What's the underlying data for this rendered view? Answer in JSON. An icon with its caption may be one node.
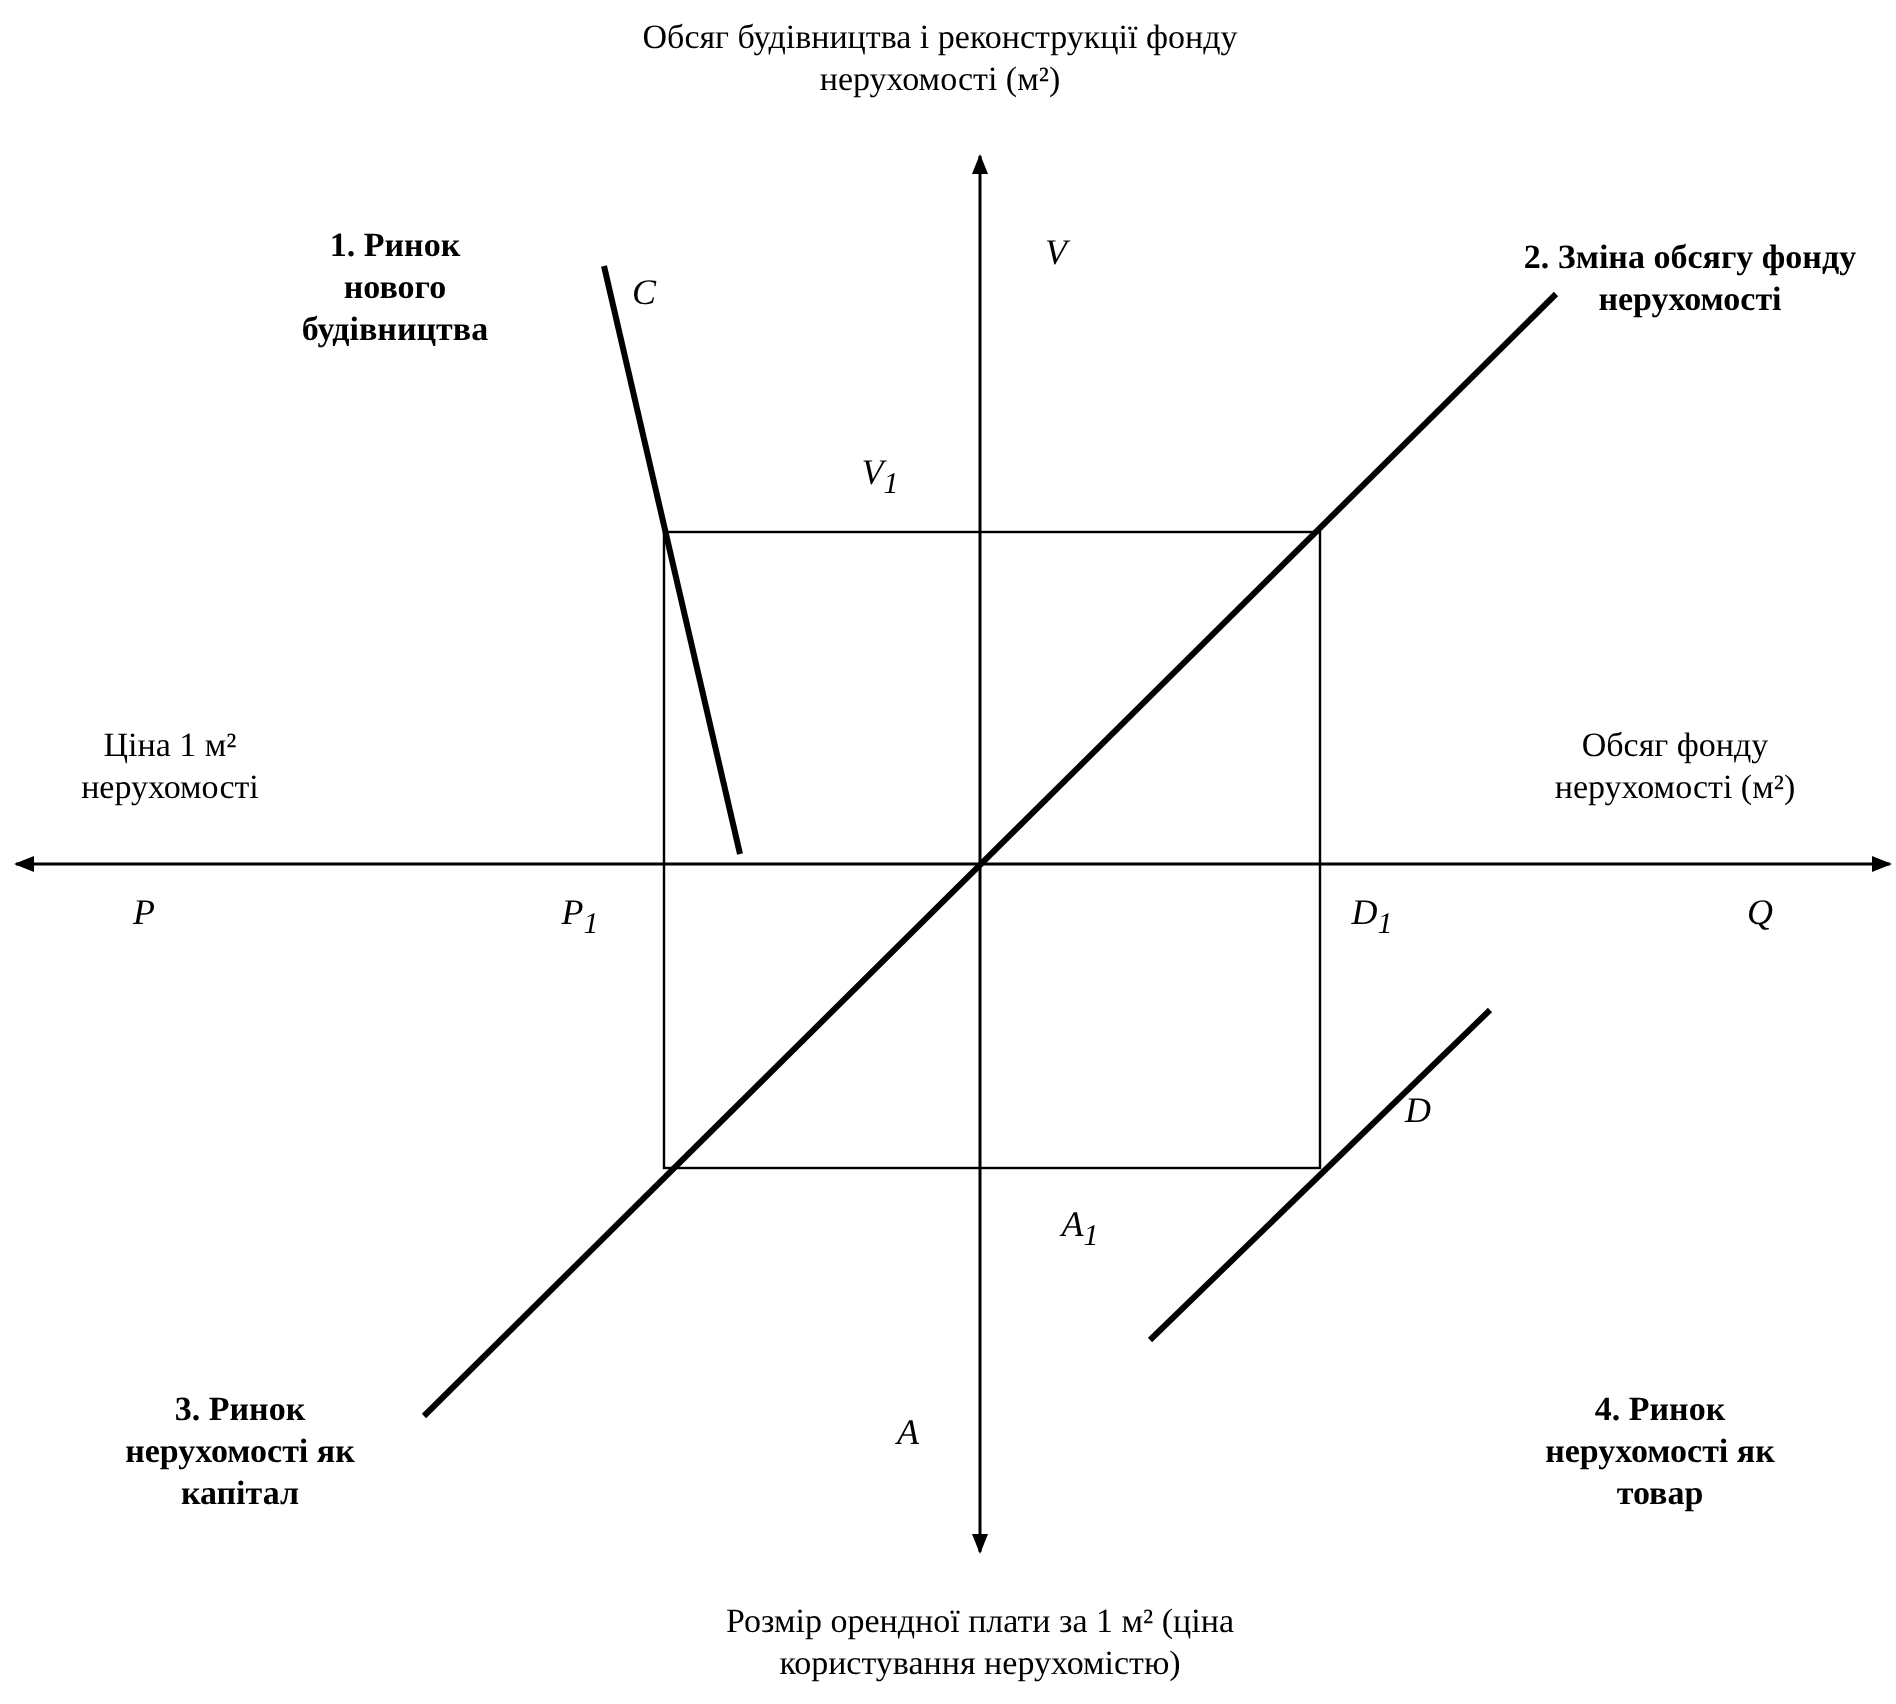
{
  "diagram": {
    "labels": [
      "Обсяг будівництва і реконструкції фонду нерухомості (м²)",
      "1. Ринок нового будівництва",
      "C",
      "V",
      "2. Зміна обсягу фонду нерухомості",
      "V$_{1}$",
      "Ціна 1 м² нерухомості",
      "Обсяг фонду нерухомості (м²)",
      "P",
      "P$_{1}$",
      "D$_{1}$",
      "Q",
      "D",
      "A$_{1}$",
      "3. Ринок нерухомості як капітал",
      "A",
      "4. Ринок нерухомості як товар",
      "Розмір орендної плати за 1 м² (ціна користування нерухомістю)"
    ]
  }
}
